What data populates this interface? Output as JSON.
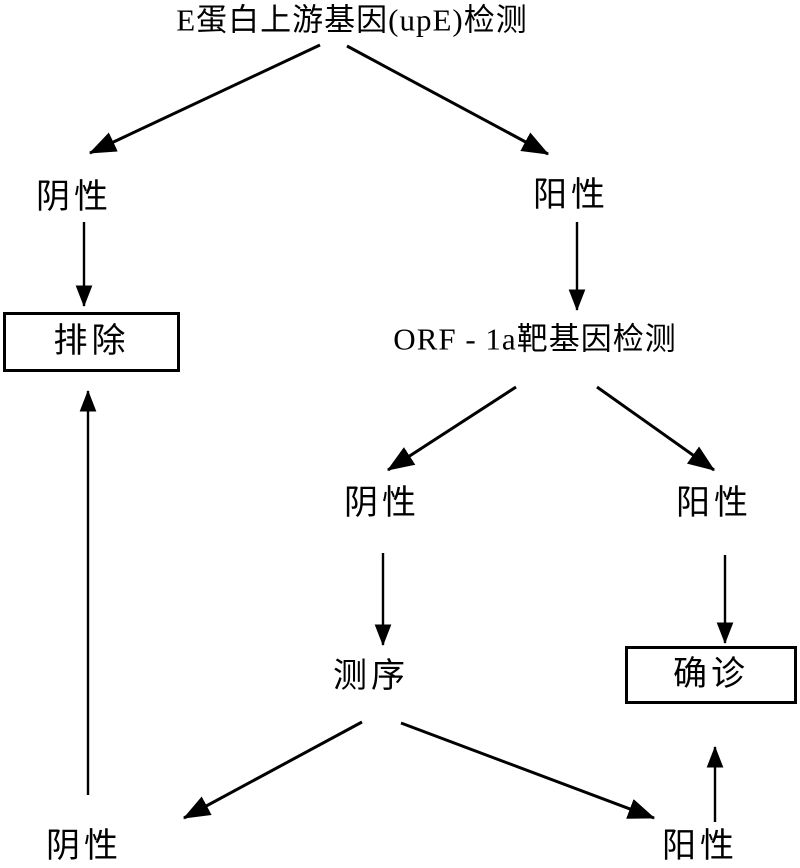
{
  "diagram": {
    "title": "E蛋白上游基因(upE)检测",
    "nodes": {
      "upe_test": "E蛋白上游基因(upE)检测",
      "l1_negative": "阴性",
      "l1_positive": "阳性",
      "exclude": "排除",
      "orf1a_test": "ORF - 1a靶基因检测",
      "l2_negative": "阴性",
      "l2_positive": "阳性",
      "sequencing": "测序",
      "confirmed": "确诊",
      "l3_negative": "阴性",
      "l3_positive": "阳性"
    },
    "edges": [
      {
        "from": "upe_test",
        "to": "l1_negative"
      },
      {
        "from": "upe_test",
        "to": "l1_positive"
      },
      {
        "from": "l1_negative",
        "to": "exclude"
      },
      {
        "from": "l1_positive",
        "to": "orf1a_test"
      },
      {
        "from": "orf1a_test",
        "to": "l2_negative"
      },
      {
        "from": "orf1a_test",
        "to": "l2_positive"
      },
      {
        "from": "l2_negative",
        "to": "sequencing"
      },
      {
        "from": "l2_positive",
        "to": "confirmed"
      },
      {
        "from": "sequencing",
        "to": "l3_negative"
      },
      {
        "from": "sequencing",
        "to": "l3_positive"
      },
      {
        "from": "l3_negative",
        "to": "exclude"
      },
      {
        "from": "l3_positive",
        "to": "confirmed"
      }
    ],
    "colors": {
      "line": "#000000",
      "text": "#000000",
      "background": "#ffffff"
    }
  }
}
